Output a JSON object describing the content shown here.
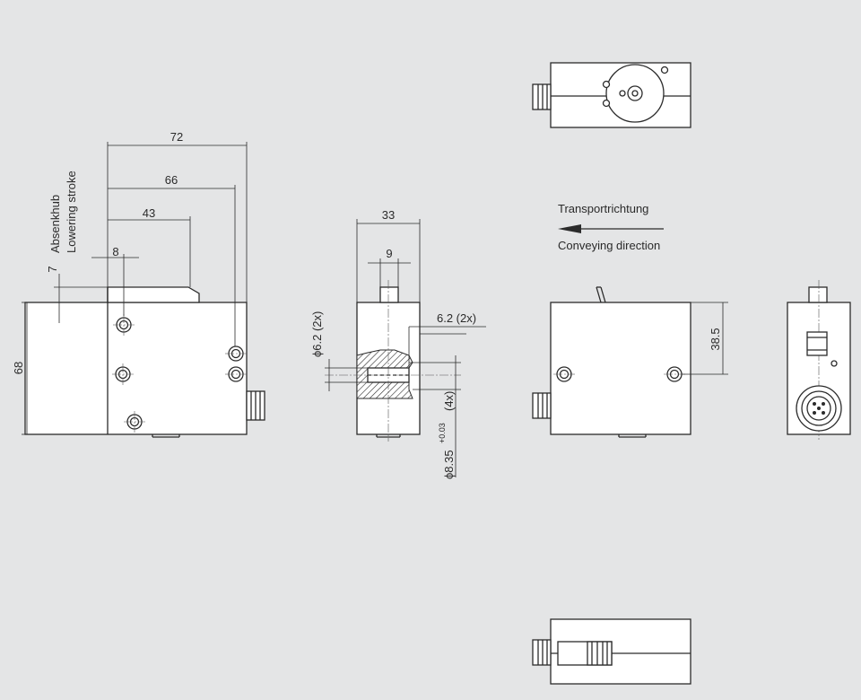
{
  "front_view": {
    "dim_overall_width": "72",
    "dim_width_66": "66",
    "dim_width_43": "43",
    "dim_width_8": "8",
    "dim_height": "68",
    "dim_stroke": "7",
    "lowering_stroke_de": "Absenkhub",
    "lowering_stroke_en": "Lowering stroke"
  },
  "section_view": {
    "dim_width": "33",
    "dim_pin": "9",
    "dim_bore_right": "6.2 (2x)",
    "dim_bore_left": "ϕ6.2 (2x)",
    "dim_fit": "ϕ8.35",
    "dim_fit_tolerance": "+0.03",
    "dim_fit_count": "(4x)"
  },
  "side_view": {
    "dim_hole_height": "38.5"
  },
  "direction": {
    "label_de": "Transportrichtung",
    "label_en": "Conveying direction"
  },
  "colors": {
    "background": "#e4e5e6",
    "body": "#ffffff",
    "line": "#2b2b2b"
  }
}
